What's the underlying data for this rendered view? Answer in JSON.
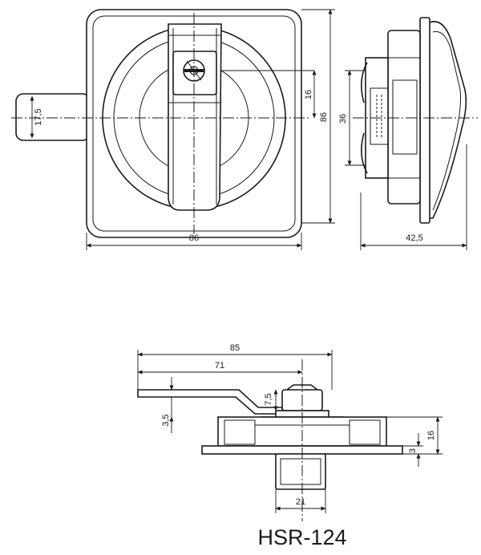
{
  "model": "HSR-124",
  "dimensions": {
    "front_height": "86",
    "front_width": "86",
    "key_offset": "16",
    "bolt": "17,5",
    "side_height": "36",
    "side_depth": "42,5",
    "handle_length": "85",
    "handle_pivot": "71",
    "handle_rise": "7,5",
    "handle_offset": "3,5",
    "body_height": "16",
    "plate_thickness": "3",
    "cam_width": "21"
  }
}
